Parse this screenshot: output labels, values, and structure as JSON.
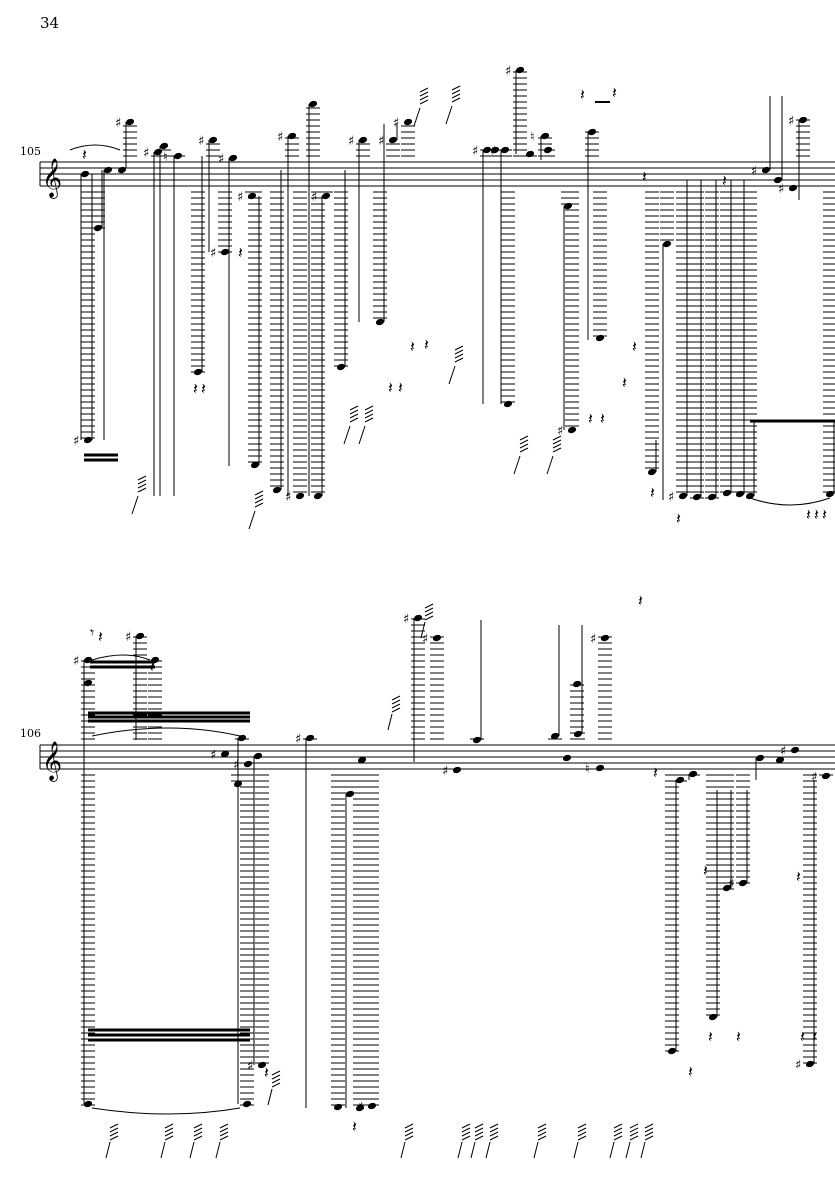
{
  "page": {
    "number": "34"
  },
  "systems": [
    {
      "measure": "105",
      "clef": "treble-clef-icon"
    },
    {
      "measure": "106",
      "clef": "treble-clef-icon"
    }
  ],
  "glyphs": {
    "sharp": "♯",
    "natural": "♮",
    "rest_quarter": "𝄽",
    "rest_eighth": "𝄾"
  },
  "colors": {
    "ink": "#000000",
    "paper": "#ffffff"
  }
}
